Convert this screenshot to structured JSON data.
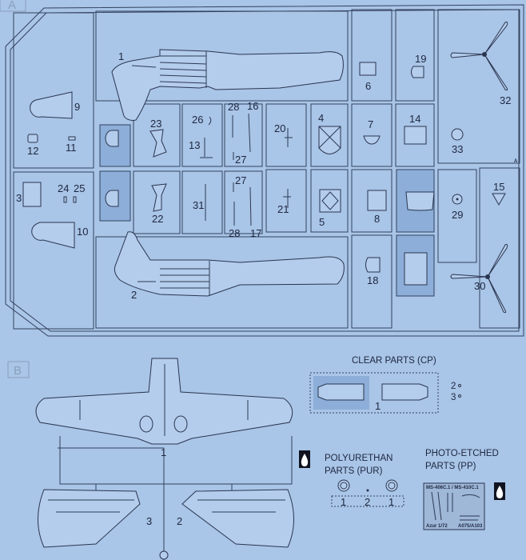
{
  "sheet": {
    "sprue_a_label": "A",
    "sprue_b_label": "B",
    "corner_mark": "A"
  },
  "sprue_a": {
    "parts": {
      "p1": "1",
      "p2": "2",
      "p3": "3",
      "p4": "4",
      "p5": "5",
      "p6": "6",
      "p7": "7",
      "p8": "8",
      "p9": "9",
      "p10": "10",
      "p11": "11",
      "p12": "12",
      "p13": "13",
      "p14": "14",
      "p15": "15",
      "p16": "16",
      "p17": "17",
      "p18": "18",
      "p19": "19",
      "p20": "20",
      "p21": "21",
      "p22": "22",
      "p23": "23",
      "p24": "24",
      "p25": "25",
      "p26": "26",
      "p27a": "27",
      "p27b": "27",
      "p28a": "28",
      "p28b": "28",
      "p29": "29",
      "p30": "30",
      "p31": "31",
      "p32": "32",
      "p33": "33"
    }
  },
  "sprue_b": {
    "parts": {
      "p1": "1",
      "p2": "2",
      "p3": "3"
    }
  },
  "clear_parts": {
    "title": "CLEAR PARTS (CP)",
    "p1": "1",
    "p2": "2",
    "p3": "3"
  },
  "polyurethane": {
    "title_line1": "POLYURETHAN",
    "title_line2": "PARTS  (PUR)",
    "labels": [
      "1",
      "2",
      "1"
    ]
  },
  "photo_etched": {
    "title_line1": "PHOTO-ETCHED",
    "title_line2": "PARTS  (PP)",
    "fret_title": "MS-406C.1 / MS-410C.1",
    "fret_brand": "Azur 1/72",
    "fret_code": "A075/A103"
  },
  "colors": {
    "background": "#a9c5e7",
    "line": "#2d3a55",
    "shaded": "#8daed8"
  }
}
